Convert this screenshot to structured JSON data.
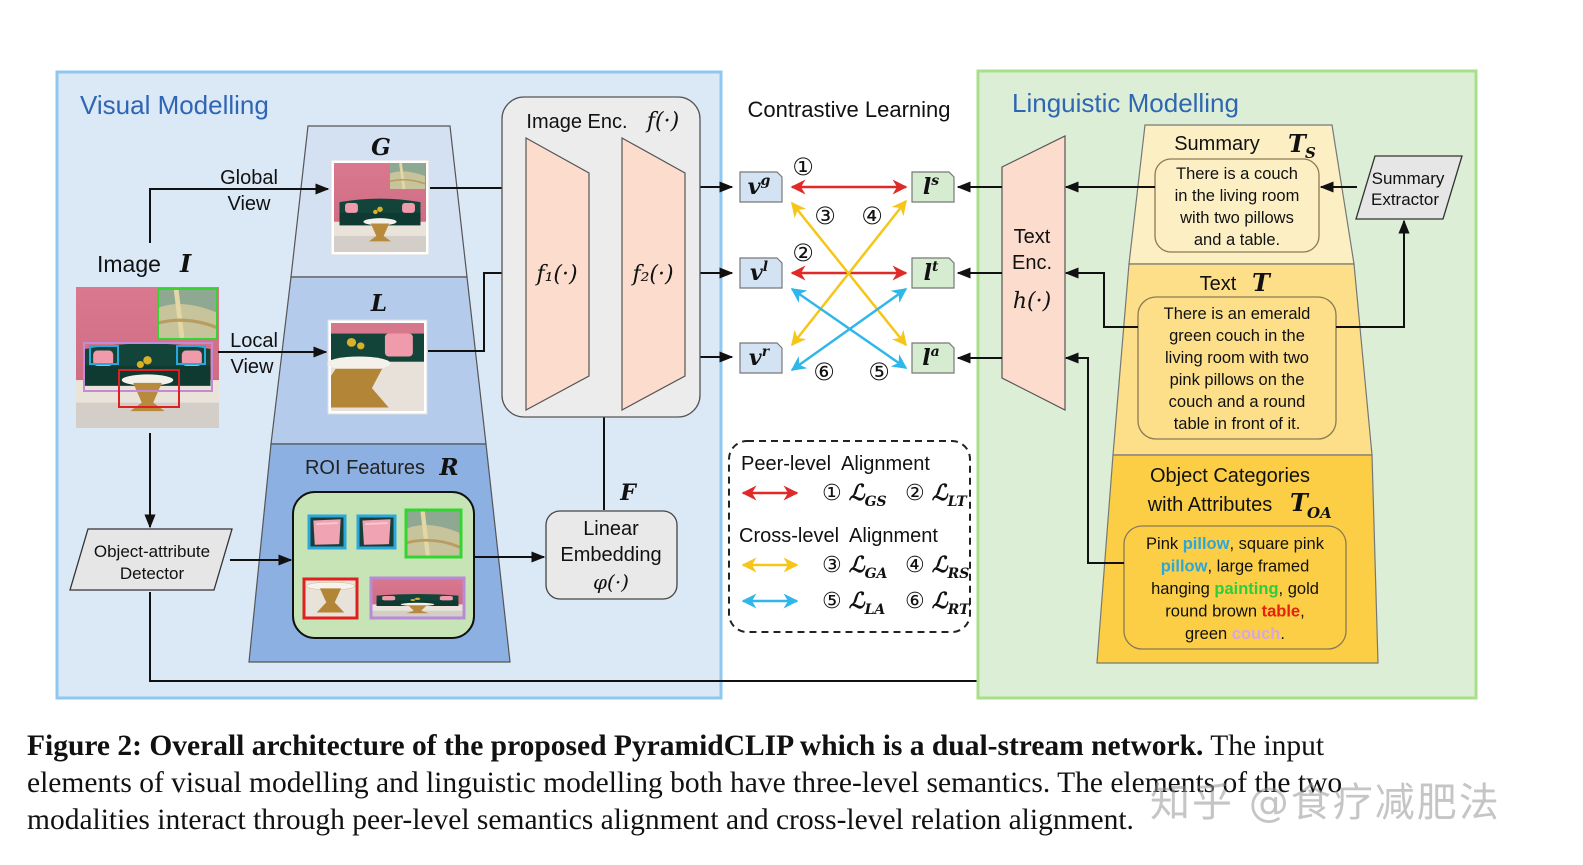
{
  "visual": {
    "title": "Visual Modelling",
    "image_label": "Image",
    "image_symbol": "I",
    "global_view": [
      "Global",
      "View"
    ],
    "local_view": [
      "Local",
      "View"
    ],
    "levels": {
      "global": "G",
      "local": "L",
      "roi": "ROI Features",
      "roi_symbol": "R"
    },
    "detector": [
      "Object-attribute",
      "Detector"
    ],
    "linear_embedding": [
      "Linear",
      "Embedding",
      "φ(·)"
    ],
    "embedding_symbol": "F",
    "image_encoder": {
      "label": "Image Enc.",
      "func": "f(·)",
      "stage1": "f₁(·)",
      "stage2": "f₂(·)"
    }
  },
  "contrastive": {
    "title": "Contrastive Learning",
    "visual_nodes": [
      {
        "base": "v",
        "sup": "g"
      },
      {
        "base": "v",
        "sup": "l"
      },
      {
        "base": "v",
        "sup": "r"
      }
    ],
    "text_nodes": [
      {
        "base": "l",
        "sup": "s"
      },
      {
        "base": "l",
        "sup": "t"
      },
      {
        "base": "l",
        "sup": "a"
      }
    ],
    "markers": [
      "①",
      "②",
      "③",
      "④",
      "⑤",
      "⑥"
    ],
    "colors": {
      "peer": "#e02a2a",
      "cross_global": "#f5c518",
      "cross_local": "#2fb6ea"
    }
  },
  "legend": {
    "peer_title": "Peer-level  Alignment",
    "peer_items": [
      {
        "num": "①",
        "loss": "GS"
      },
      {
        "num": "②",
        "loss": "LT"
      }
    ],
    "cross_title": "Cross-level  Alignment",
    "cross_items_a": [
      {
        "num": "③",
        "loss": "GA"
      },
      {
        "num": "④",
        "loss": "RS"
      }
    ],
    "cross_items_b": [
      {
        "num": "⑤",
        "loss": "LA"
      },
      {
        "num": "⑥",
        "loss": "RT"
      }
    ],
    "loss_symbol": "ℒ"
  },
  "linguistic": {
    "title": "Linguistic Modelling",
    "text_encoder": [
      "Text",
      "Enc.",
      "h(·)"
    ],
    "summary_extractor": [
      "Summary",
      "Extractor"
    ],
    "summary": {
      "label": "Summary",
      "symbol": "T",
      "sub": "S",
      "lines": [
        "There is a couch",
        "in the living room",
        "with two pillows",
        "and a table."
      ]
    },
    "text": {
      "label": "Text",
      "symbol": "T",
      "lines": [
        "There is an emerald",
        "green couch in the",
        "living room with two",
        "pink pillows on the",
        "couch and a round",
        "table in front of it."
      ]
    },
    "object_attr": {
      "label_lines": [
        "Object Categories",
        "with Attributes"
      ],
      "symbol": "T",
      "sub": "OA",
      "rich_lines": [
        [
          {
            "t": "Pink "
          },
          {
            "t": "pillow",
            "c": "#2aa8dc"
          },
          {
            "t": ", square pink"
          }
        ],
        [
          {
            "t": "pillow",
            "c": "#2aa8dc"
          },
          {
            "t": ", large framed"
          }
        ],
        [
          {
            "t": "hanging "
          },
          {
            "t": "painting",
            "c": "#2ecc40"
          },
          {
            "t": ", gold"
          }
        ],
        [
          {
            "t": "round brown "
          },
          {
            "t": "table",
            "c": "#e8200c"
          },
          {
            "t": ","
          }
        ],
        [
          {
            "t": "green "
          },
          {
            "t": "couch",
            "c": "#d8a6e0"
          },
          {
            "t": "."
          }
        ]
      ]
    }
  },
  "caption": {
    "bold": "Figure 2: Overall architecture of the proposed PyramidCLIP which is a dual-stream network.",
    "line1_rest": " The input",
    "line2": "elements of visual modelling and linguistic modelling both have three-level semantics. The elements of the two",
    "line3": "modalities interact through peer-level semantics alignment and cross-level relation alignment."
  },
  "watermark": "知乎 @食疗减肥法"
}
